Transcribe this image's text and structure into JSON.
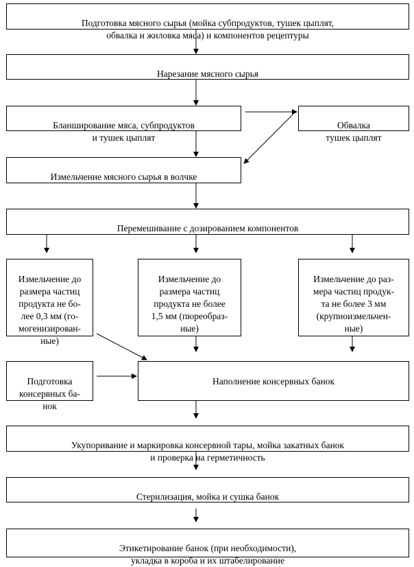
{
  "nodes": {
    "prep_raw": "Подготовка мясного сырья (мойка субпродуктов, тушек цыплят,\nобвалка и жиловка мяса)  и компонентов рецептуры",
    "cutting": "Нарезание мясного сырья",
    "blanching": "Бланширование мяса, субпродуктов\nи тушек цыплят",
    "deboning": "Обвалка\nтушек цыплят",
    "grinding": "Измельчение мясного сырья в волчке",
    "mixing": "Перемешивание с дозированием компонентов",
    "grind_03": "Измельчение до\nразмера частиц\nпродукта не бо-\nлее 0,3 мм (го-\nмогенизирован-\nные)",
    "grind_15": "Измельчение до\nразмера частиц\nпродукта не более\n1,5 мм (пюреобраз-\nные)",
    "grind_3": "Измельчение до раз-\nмера частиц продук-\nта не более 3 мм\n(крупноизмельчен-\nные)",
    "cans_prep": "Подготовка\nконсервных ба-\nнок",
    "filling": "Наполнение консервных банок",
    "sealing": "Укупоривание и маркировка консервной тары, мойка закатных банок\nи проверка на герметичность",
    "sterilization": "Стерилизация, мойка и сушка банок",
    "labeling": "Этикетирование банок (при необходимости),\nукладка в короба и их штабелирование"
  }
}
